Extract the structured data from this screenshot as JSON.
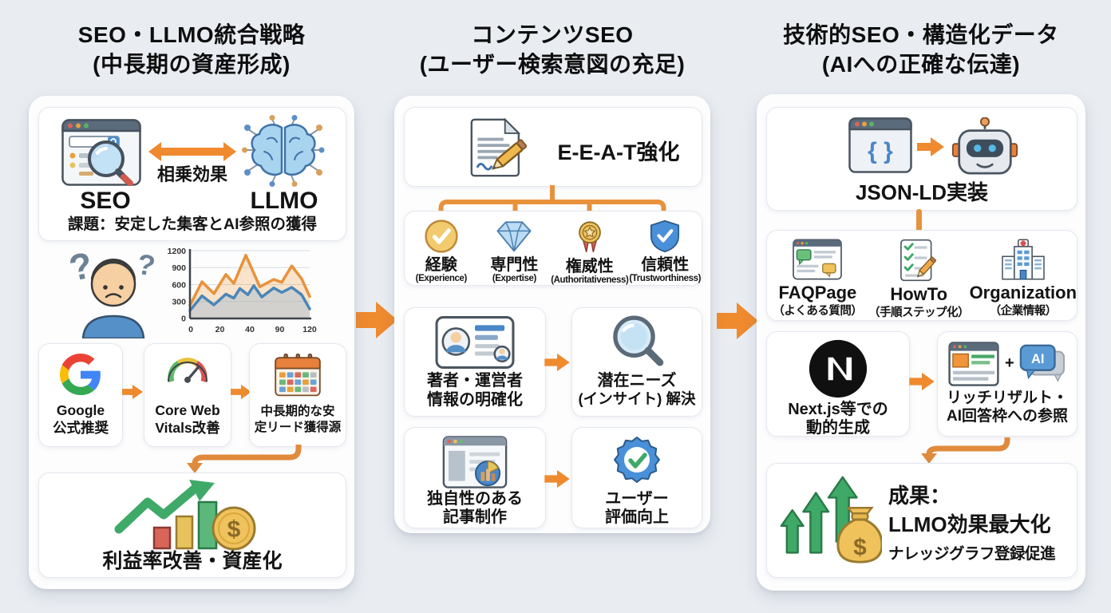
{
  "meta": {
    "bg": "#e9edf2",
    "accent_orange": "#EF8A2F",
    "connector_orange": "#E8923C"
  },
  "icons": {
    "question_mark": "?",
    "code_glyph": "{ }",
    "plus": "+",
    "ai_label": "AI",
    "dollar": "$"
  },
  "left": {
    "title1": "SEO・LLMO統合戦略",
    "title2": "(中長期の資産形成)",
    "synergy": {
      "seo": "SEO",
      "llmo": "LLMO",
      "arrow_label": "相乗効果",
      "caption": "課題：安定した集客とAI参照の獲得"
    },
    "steps": [
      {
        "line1": "Google",
        "line2": "公式推奨"
      },
      {
        "line1": "Core Web",
        "line2": "Vitals改善"
      },
      {
        "line1": "中長期的な安",
        "line2": "定リード獲得源"
      }
    ],
    "result": "利益率改善・資産化"
  },
  "middle": {
    "title1": "コンテンツSEO",
    "title2": "(ユーザー検索意図の充足)",
    "eeat_label": "E-E-A-T強化",
    "eeat_items": [
      {
        "jp": "経験",
        "en": "(Experience)"
      },
      {
        "jp": "専門性",
        "en": "(Expertise)"
      },
      {
        "jp": "権威性",
        "en": "(Authoritativeness)"
      },
      {
        "jp": "信頼性",
        "en": "(Trustworthiness)"
      }
    ],
    "flow1_from": {
      "line1": "著者・運営者",
      "line2": "情報の明確化"
    },
    "flow1_to": {
      "line1": "潜在ニーズ",
      "line2": "(インサイト) 解決"
    },
    "flow2_from": {
      "line1": "独自性のある",
      "line2": "記事制作"
    },
    "flow2_to": {
      "line1": "ユーザー",
      "line2": "評価向上"
    }
  },
  "right": {
    "title1": "技術的SEO・構造化データ",
    "title2": "(AIへの正確な伝達)",
    "jsonld_label": "JSON-LD実装",
    "schema_items": [
      {
        "en": "FAQPage",
        "jp": "（よくある質問）"
      },
      {
        "en": "HowTo",
        "jp": "（手順ステップ化）"
      },
      {
        "en": "Organization",
        "jp": "（企業情報）"
      }
    ],
    "flow_from": {
      "line1": "Next.js等での",
      "line2": "動的生成"
    },
    "flow_to": {
      "line1": "リッチリザルト・",
      "line2": "AI回答枠への参照"
    },
    "result": {
      "line1": "成果：",
      "line2": "LLMO効果最大化",
      "line3": "ナレッジグラフ登録促進"
    }
  },
  "chart_data": {
    "type": "area",
    "title": "",
    "xlabel": "",
    "ylabel": "",
    "x_ticks": [
      "0",
      "20",
      "40",
      "90",
      "120"
    ],
    "y_ticks": [
      "1200",
      "900",
      "600",
      "300",
      "0"
    ],
    "ylim": [
      0,
      1200
    ],
    "legend": "none",
    "series": [
      {
        "name": "upper-orange",
        "color": "#E8923C",
        "x": [
          0,
          12,
          24,
          36,
          44,
          56,
          70,
          84,
          92,
          102,
          112,
          120
        ],
        "values": [
          230,
          650,
          440,
          780,
          620,
          1120,
          560,
          690,
          640,
          930,
          700,
          390
        ]
      },
      {
        "name": "lower-blue",
        "color": "#4A86B8",
        "x": [
          0,
          12,
          24,
          36,
          44,
          50,
          58,
          64,
          72,
          84,
          92,
          102,
          112,
          120
        ],
        "values": [
          140,
          400,
          240,
          430,
          360,
          530,
          420,
          580,
          380,
          540,
          460,
          550,
          420,
          170
        ]
      }
    ]
  }
}
